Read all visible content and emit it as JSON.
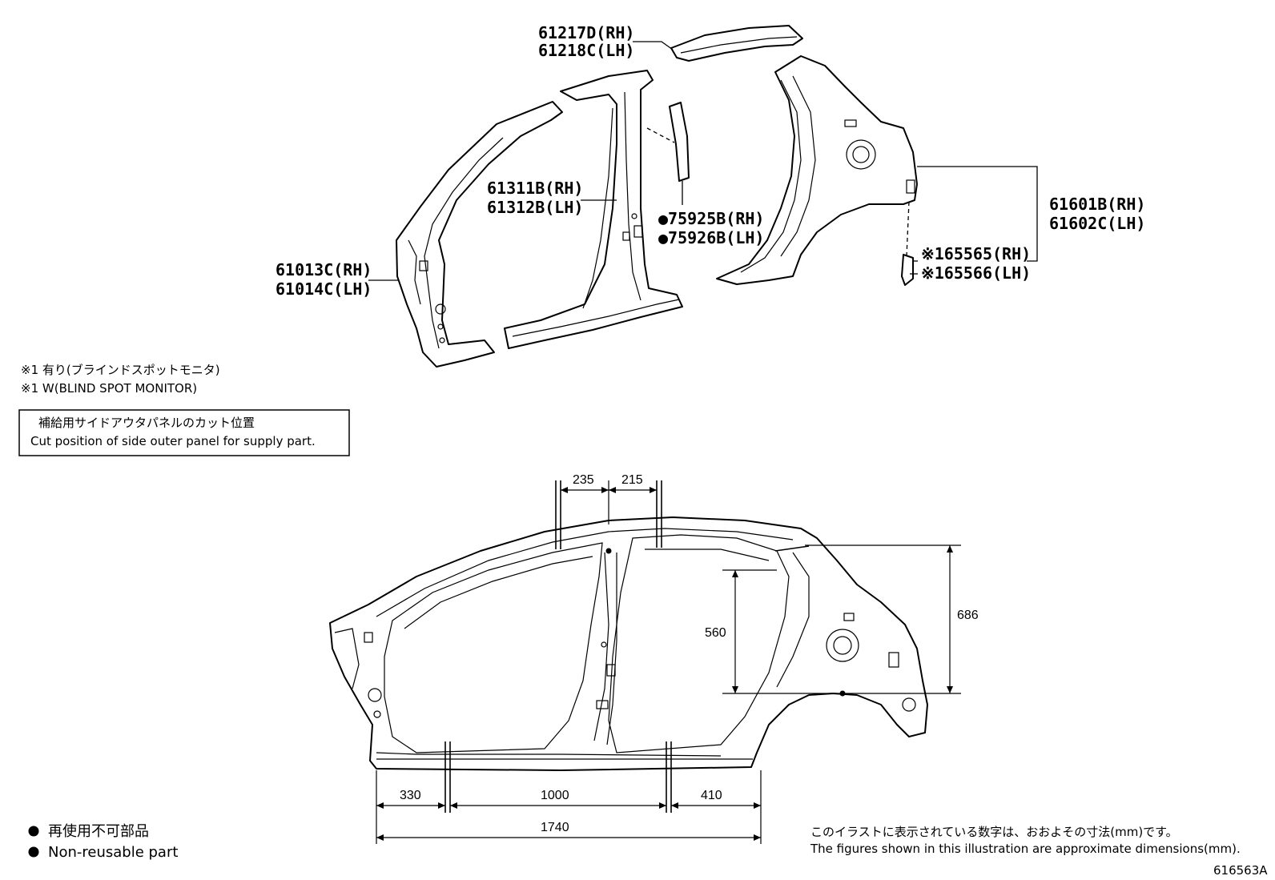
{
  "parts": {
    "roof_rail": {
      "rh": "61217D(RH)",
      "lh": "61218C(LH)"
    },
    "center_pillar": {
      "rh": "61311B(RH)",
      "lh": "61312B(LH)"
    },
    "front_pillar": {
      "rh": "61013C(RH)",
      "lh": "61014C(LH)"
    },
    "pillar_garnish": {
      "rh": "●75925B(RH)",
      "lh": "●75926B(LH)"
    },
    "quarter_panel": {
      "rh": "61601B(RH)",
      "lh": "61602C(LH)"
    },
    "bracket": {
      "rh": "※165565(RH)",
      "lh": "※165566(LH)"
    }
  },
  "notes": {
    "line1": "※1 有り(ブラインドスポットモニタ)",
    "line2": "※1 W(BLIND SPOT MONITOR)"
  },
  "cut_box": {
    "jp": "補給用サイドアウタパネルのカット位置",
    "en": "Cut position of side outer panel for supply part."
  },
  "dimensions": {
    "top_left": "235",
    "top_right": "215",
    "height_inner": "560",
    "height_outer": "686",
    "bottom_front": "330",
    "bottom_mid": "1000",
    "bottom_rear": "410",
    "total": "1740"
  },
  "legend": {
    "jp": "再使用不可部品",
    "en": "Non-reusable part"
  },
  "footnote": {
    "jp": "このイラストに表示されている数字は、おおよその寸法(mm)です。",
    "en": "The figures shown in this illustration are approximate dimensions(mm)."
  },
  "figure_id": "616563A"
}
